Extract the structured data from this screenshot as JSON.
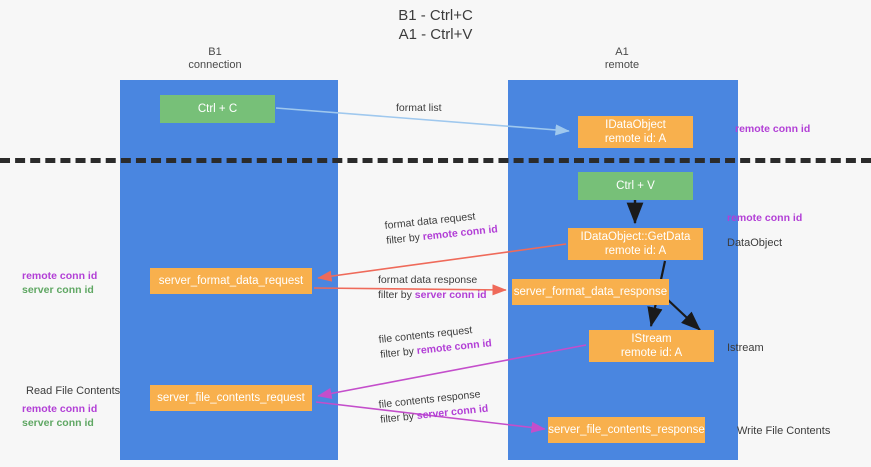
{
  "title": {
    "line1": "B1 - Ctrl+C",
    "line2": "A1 - Ctrl+V"
  },
  "columns": {
    "left": {
      "name": "B1",
      "role": "connection"
    },
    "right": {
      "name": "A1",
      "role": "remote"
    }
  },
  "nodes": {
    "ctrl_c": {
      "line1": "Ctrl + C",
      "line2": ""
    },
    "idataobject": {
      "line1": "IDataObject",
      "line2": "remote id: A"
    },
    "ctrl_v": {
      "line1": "Ctrl + V",
      "line2": ""
    },
    "getdata": {
      "line1": "IDataObject::GetData",
      "line2": "remote id: A"
    },
    "sfd_request": {
      "line1": "server_format_data_request",
      "line2": ""
    },
    "sfd_response": {
      "line1": "server_format_data_response",
      "line2": ""
    },
    "istream": {
      "line1": "IStream",
      "line2": "remote id: A"
    },
    "sfc_request": {
      "line1": "server_file_contents_request",
      "line2": ""
    },
    "sfc_response": {
      "line1": "server_file_contents_response",
      "line2": ""
    }
  },
  "edge_labels": {
    "format_list": {
      "line1": "format list",
      "line2_prefix": "",
      "line2_key": ""
    },
    "format_data_req": {
      "line1": "format data request",
      "line2_prefix": "filter by ",
      "line2_key": "remote conn id"
    },
    "format_data_resp": {
      "line1": "format data response",
      "line2_prefix": "filter by ",
      "line2_key": "server conn id"
    },
    "file_contents_req": {
      "line1": "file contents request",
      "line2_prefix": "filter by ",
      "line2_key": "remote conn id"
    },
    "file_contents_resp": {
      "line1": "file contents response",
      "line2_prefix": "filter by ",
      "line2_key": "server conn id"
    }
  },
  "side_labels": {
    "dataobject": "DataObject",
    "istream": "Istream",
    "write_file_contents": "Write File Contents",
    "read_file_contents": "Read File Contents"
  },
  "annotations": {
    "top_right_remote": "remote conn id",
    "mid_right_remote": "remote conn id",
    "mid_left_remote": "remote conn id",
    "mid_left_server": "server conn id",
    "bot_left_remote": "remote conn id",
    "bot_left_server": "server conn id"
  },
  "colors": {
    "lane": "#4a86e0",
    "node_green": "#77c078",
    "node_orange": "#f8b04d",
    "arrow_blue": "#9fc8ee",
    "arrow_red": "#ef6a5a",
    "arrow_magenta": "#c44ecb",
    "arrow_black": "#1a1a1a",
    "text_purple": "#b23fd6",
    "text_green": "#5fa763",
    "divider": "#2b2b2b",
    "background": "#f7f7f7"
  }
}
